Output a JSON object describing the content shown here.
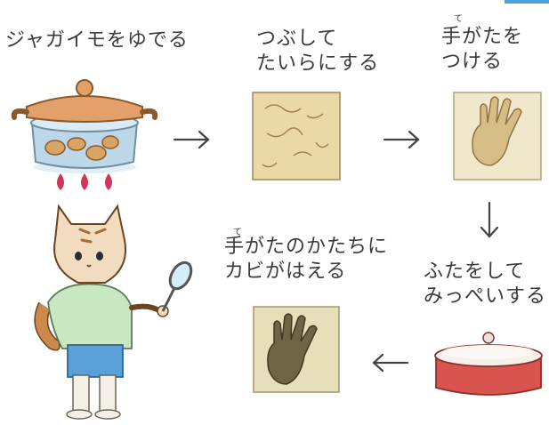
{
  "steps": {
    "boil": {
      "label": "ジャガイモをゆでる"
    },
    "mash": {
      "line1": "つぶして",
      "line2": "たいらにする"
    },
    "handprint": {
      "furigana": "て",
      "line1": "手がたを",
      "line2": "つける"
    },
    "cover": {
      "line1": "ふたをして",
      "line2": "みっぺいする"
    },
    "mold": {
      "furigana": "て",
      "line1": "手がたのかたちに",
      "line2": "カビがはえる"
    }
  },
  "colors": {
    "text": "#3a3a3a",
    "pot_lid": "#e3a06b",
    "flame": "#d2345a",
    "water": "#bcd8e8",
    "mash_fill": "#ead8a6",
    "mold_fill": "#e7dfba",
    "container_red": "#d9534f",
    "arrow": "#444444"
  }
}
